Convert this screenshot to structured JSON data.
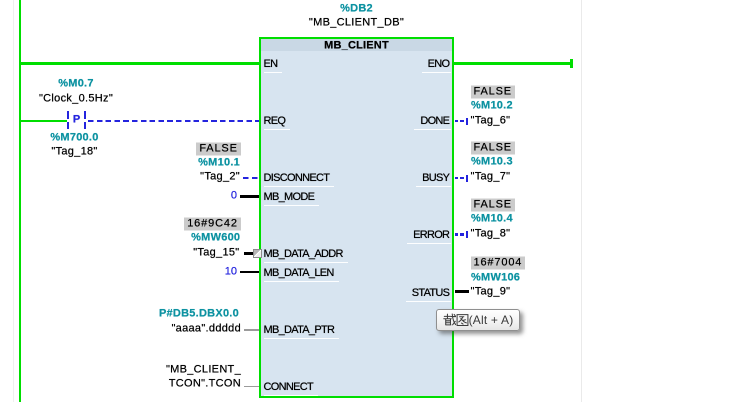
{
  "colors": {
    "power-green": "#00DE00",
    "operand-teal": "#0C92A1",
    "flow-blue": "#2424DE",
    "value-bg": "#CBCBCB",
    "block-body": "#D7E4F0",
    "block-header": "#C9D8E5",
    "line-gray": "#9B9B9B",
    "guide-gray": "#EFEFEF",
    "text-black": "#000000"
  },
  "db_instance": {
    "address": "%DB2",
    "name": "\"MB_CLIENT_DB\""
  },
  "block": {
    "title": "MB_CLIENT",
    "inputs": [
      "EN",
      "REQ",
      "DISCONNECT",
      "MB_MODE",
      "MB_DATA_ADDR",
      "MB_DATA_LEN",
      "MB_DATA_PTR",
      "CONNECT"
    ],
    "outputs": [
      "ENO",
      "DONE",
      "BUSY",
      "ERROR",
      "STATUS"
    ]
  },
  "contact": {
    "symbol": "P",
    "address": "%M0.7",
    "name": "\"Clock_0.5Hz\"",
    "operand_address": "%M700.0",
    "operand_name": "\"Tag_18\""
  },
  "inputs": {
    "disconnect": {
      "value": "FALSE",
      "address": "%M10.1",
      "name": "\"Tag_2\""
    },
    "mb_mode": {
      "value": "0"
    },
    "mb_data_addr": {
      "value": "16#9C42",
      "address": "%MW600",
      "name": "\"Tag_15\""
    },
    "mb_data_len": {
      "value": "10"
    },
    "mb_data_ptr": {
      "address": "P#DB5.DBX0.0",
      "name": "\"aaaa\".ddddd"
    },
    "connect": {
      "name_line1": "\"MB_CLIENT_",
      "name_line2": "TCON\".TCON"
    }
  },
  "outputs": {
    "done": {
      "value": "FALSE",
      "address": "%M10.2",
      "name": "\"Tag_6\""
    },
    "busy": {
      "value": "FALSE",
      "address": "%M10.3",
      "name": "\"Tag_7\""
    },
    "error": {
      "value": "FALSE",
      "address": "%M10.4",
      "name": "\"Tag_8\""
    },
    "status": {
      "value": "16#7004",
      "address": "%MW106",
      "name": "\"Tag_9\""
    }
  },
  "tooltip": {
    "text": "截图(Alt + A)",
    "latin": "(Alt + A)"
  }
}
